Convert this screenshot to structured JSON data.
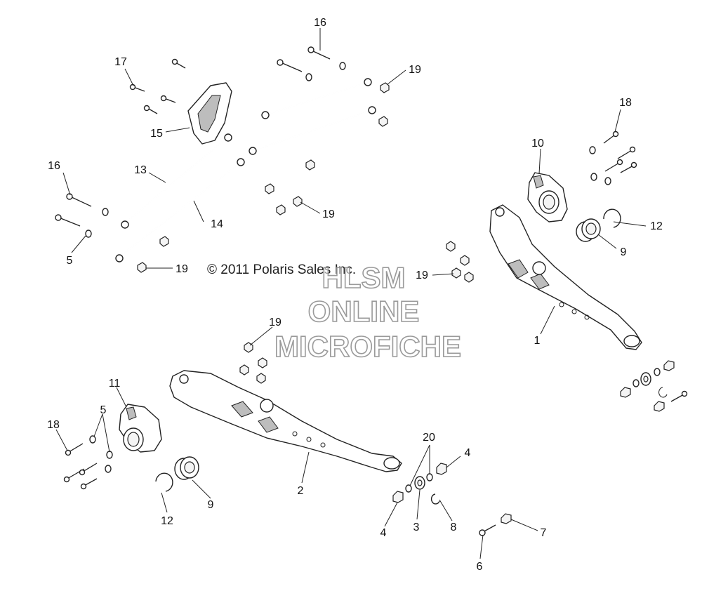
{
  "copyright": "© 2011 Polaris Sales Inc.",
  "watermark": {
    "line1": "HLSM",
    "line2": "ONLINE",
    "line3": "MICROFICHE"
  },
  "callouts": {
    "c1": "1",
    "c2": "2",
    "c3": "3",
    "c4a": "4",
    "c4b": "4",
    "c5a": "5",
    "c5b": "5",
    "c6": "6",
    "c7": "7",
    "c8": "8",
    "c9a": "9",
    "c9b": "9",
    "c10": "10",
    "c11": "11",
    "c12a": "12",
    "c12b": "12",
    "c13": "13",
    "c14": "14",
    "c15": "15",
    "c16a": "16",
    "c16b": "16",
    "c17": "17",
    "c18a": "18",
    "c18b": "18",
    "c19a": "19",
    "c19b": "19",
    "c19c": "19",
    "c19d": "19",
    "c19e": "19",
    "c20": "20"
  }
}
